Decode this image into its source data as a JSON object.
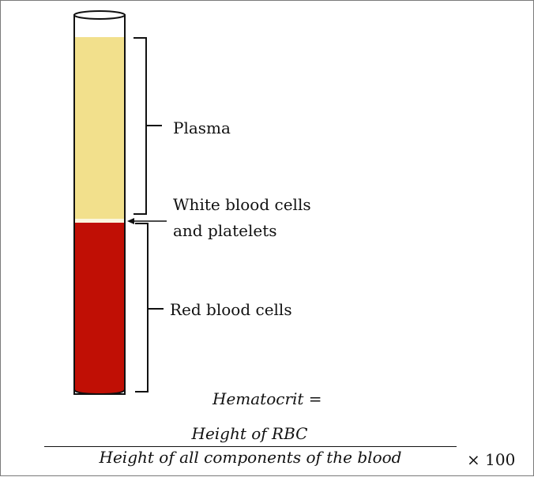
{
  "labels": {
    "plasma": "Plasma",
    "buffy_line1": "White blood cells",
    "buffy_line2": "and platelets",
    "rbc": "Red blood cells"
  },
  "formula": {
    "lhs": "Hematocrit =",
    "numerator": "Height of RBC",
    "denominator": "Height of all components of the blood",
    "multiplier": "× 100"
  },
  "colors": {
    "plasma": "#f2e08c",
    "red_cells": "#c00f05",
    "tube_outline": "#111111",
    "frame": "#7a7a7a"
  }
}
